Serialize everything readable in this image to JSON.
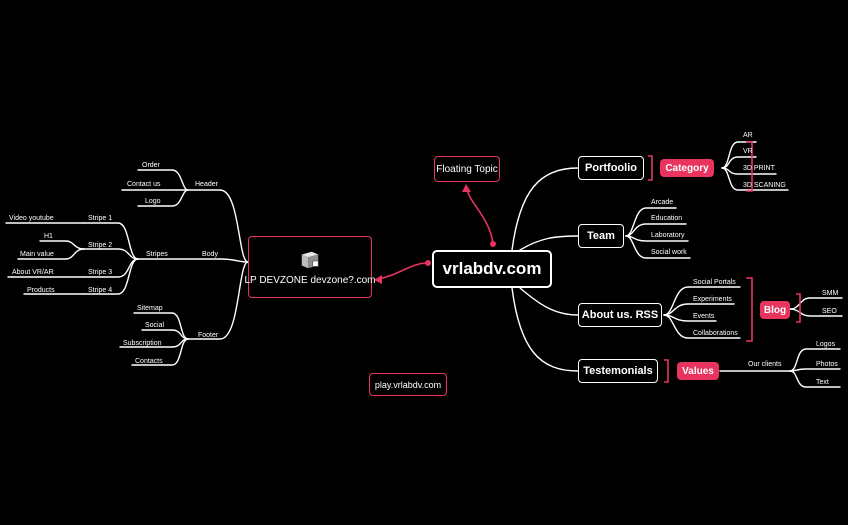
{
  "central": "vrlabdv.com",
  "floating_topic": "Floating Topic",
  "play_link": "play.vrlabdv.com",
  "lp": {
    "label": "LP DEVZONE devzone?.com",
    "icon": "cube-icon"
  },
  "left": {
    "header": {
      "label": "Header",
      "items": [
        "Order",
        "Contact us",
        "Logo"
      ]
    },
    "body": {
      "label": "Body",
      "stripes_label": "Stripes",
      "stripes": [
        {
          "label": "Stripe 1",
          "items": [
            "Video youtube"
          ]
        },
        {
          "label": "Stripe 2",
          "items": [
            "H1",
            "Main value"
          ]
        },
        {
          "label": "Stripe 3",
          "items": [
            "About VR/AR"
          ]
        },
        {
          "label": "Stripe 4",
          "items": [
            "Products"
          ]
        }
      ]
    },
    "footer": {
      "label": "Footer",
      "items": [
        "Sitemap",
        "Social",
        "Subscription",
        "Contacts"
      ]
    }
  },
  "right": {
    "portfolio": {
      "label": "Portfoolio",
      "category": "Category",
      "items": [
        "AR",
        "VR",
        "3D PRINT",
        "3D SCANING"
      ]
    },
    "team": {
      "label": "Team",
      "items": [
        "Arcade",
        "Education",
        "Laboratory",
        "Social work"
      ]
    },
    "about": {
      "label": "About us. RSS",
      "items": [
        "Social Portals",
        "Experiments",
        "Events",
        "Collaborations"
      ],
      "blog": "Blog",
      "blog_items": [
        "SMM",
        "SEO"
      ]
    },
    "testimonials": {
      "label": "Testemonials",
      "values": "Values",
      "our_clients": "Our clients",
      "client_items": [
        "Logos",
        "Photos",
        "Text"
      ]
    }
  },
  "colors": {
    "accent": "#e8345e",
    "line": "#ffffff",
    "background": "#000000"
  }
}
